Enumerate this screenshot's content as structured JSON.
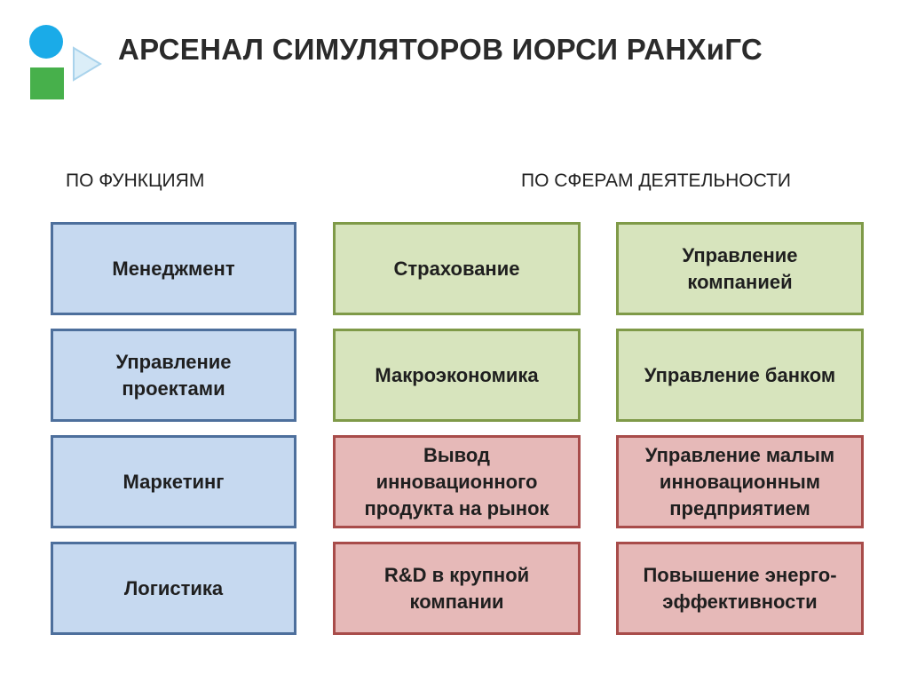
{
  "title": "АРСЕНАЛ СИМУЛЯТОРОВ ИОРСИ РАНХиГС",
  "headers": {
    "by_function": "ПО ФУНКЦИЯМ",
    "by_field": "ПО СФЕРАМ ДЕЯТЕЛЬНОСТИ"
  },
  "functions": [
    "Менеджмент",
    "Управление проектами",
    "Маркетинг",
    "Логистика"
  ],
  "fields_col1": [
    "Страхование",
    "Макроэкономика",
    "Вывод инновационного продукта на рынок",
    "R&D в крупной компании"
  ],
  "fields_col2": [
    "Управление компанией",
    "Управление банком",
    "Управление малым инновационным предприятием",
    "Повышение энерго-эффективности"
  ],
  "colors": {
    "blue_fill": "#c6d9f0",
    "green_fill": "#d7e4bd",
    "red_fill": "#e6b9b8",
    "logo_circle": "#1aabe8",
    "logo_square": "#47b04b"
  },
  "logo_icon": "logo-shapes-icon"
}
